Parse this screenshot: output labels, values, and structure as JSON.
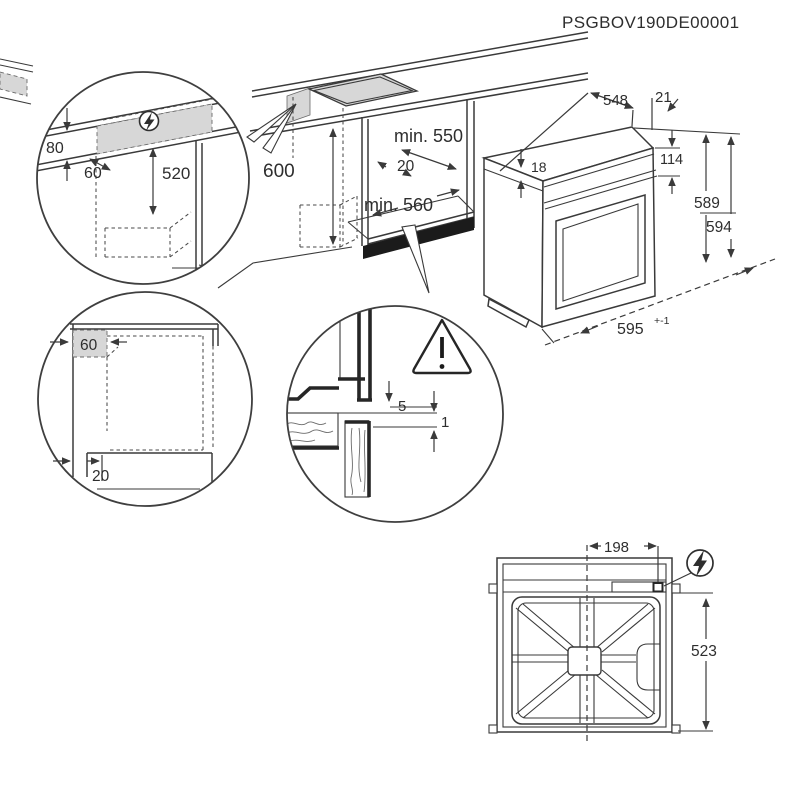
{
  "title": "PSGBOV190DE00001",
  "colors": {
    "line": "#3a3a3a",
    "shade": "#d7d7d7",
    "filled_strip": "#1b1b1b",
    "background": "#ffffff"
  },
  "icons": {
    "electric_main": "lightning-bolt-circle-icon",
    "electric_topview": "lightning-bolt-circle-icon",
    "warning": "warning-triangle-icon"
  },
  "detail_connection": {
    "clearance": "80",
    "box_size": "60",
    "cable_height": "520"
  },
  "main_view": {
    "niche_height": "600",
    "niche_depth": "min. 550",
    "side_gap": "20",
    "niche_width": "min. 560"
  },
  "oven": {
    "depth": "548",
    "rear_offset": "21",
    "top_clearance": "18",
    "control_panel_height": "114",
    "height": "589",
    "overall_height": "594",
    "width": "595",
    "width_tolerance": "+-1"
  },
  "detail_side": {
    "box_inset": "60",
    "plinth_recess": "20"
  },
  "detail_gap": {
    "rear_gap": "5",
    "panel_gap": "1"
  },
  "top_view": {
    "connection_offset": "198",
    "depth": "523"
  }
}
